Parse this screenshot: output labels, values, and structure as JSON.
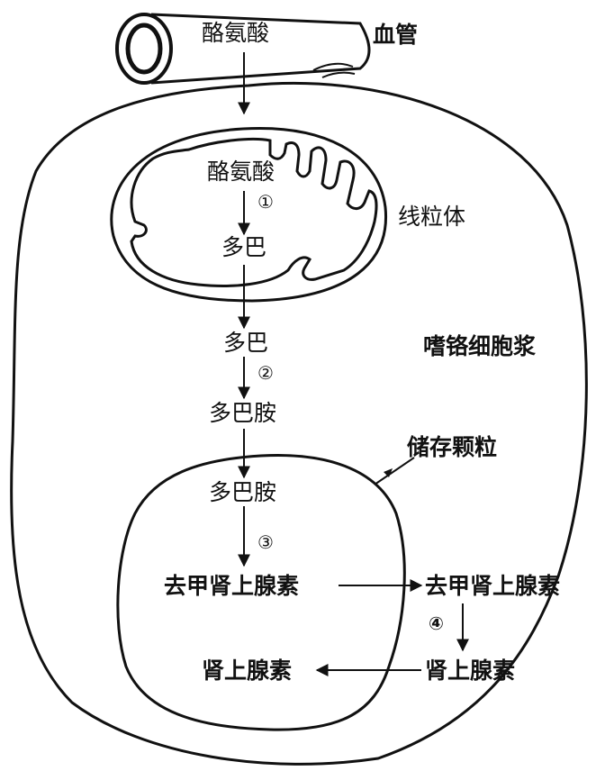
{
  "outside": {
    "tyrosine": "酪氨酸",
    "blood_vessel_label": "血管"
  },
  "mitochondrion": {
    "label": "线粒体",
    "tyrosine": "酪氨酸",
    "step1": "①",
    "dopa": "多巴"
  },
  "cytoplasm": {
    "label": "嗜铬细胞浆",
    "dopa": "多巴",
    "step2": "②",
    "dopamine": "多巴胺",
    "norepinephrine": "去甲肾上腺素",
    "step4": "④",
    "epinephrine": "肾上腺素"
  },
  "granule": {
    "label": "储存颗粒",
    "dopamine": "多巴胺",
    "step3": "③",
    "norepinephrine": "去甲肾上腺素",
    "epinephrine": "肾上腺素"
  },
  "colors": {
    "ink": "#111111",
    "background": "#ffffff"
  }
}
